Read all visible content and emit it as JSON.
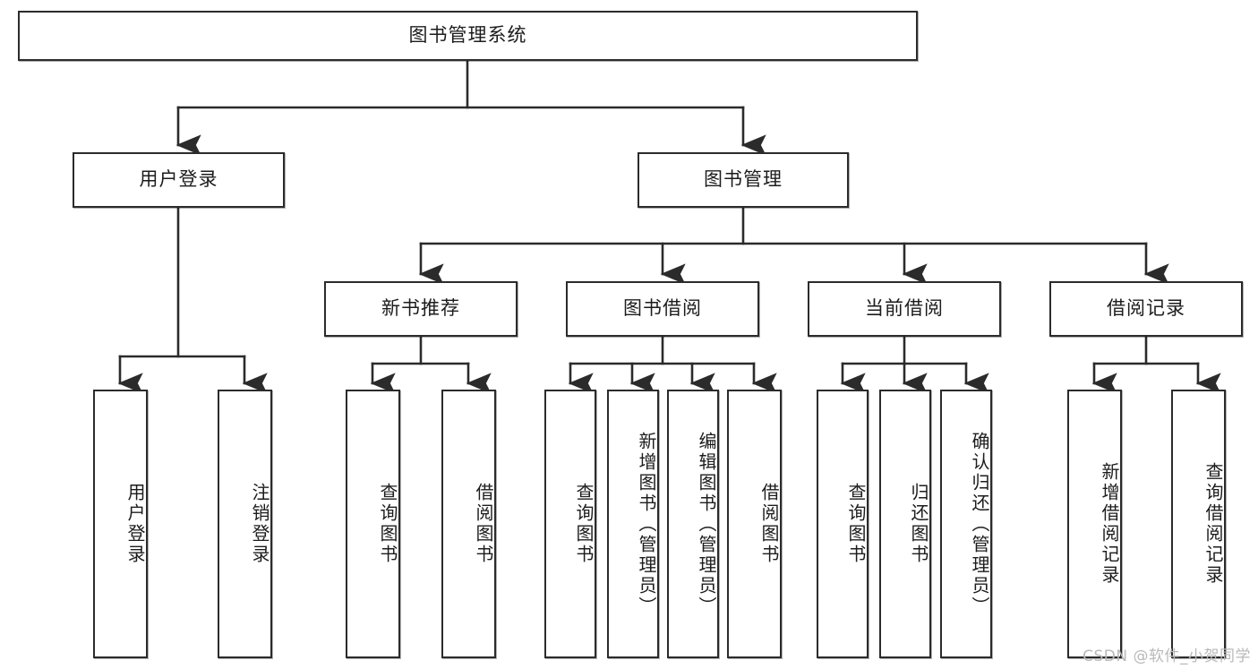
{
  "diagram": {
    "type": "tree",
    "title": "图书管理系统",
    "orientation": "top-down",
    "line_color": "#2b2b2b",
    "box_fill": "#ffffff",
    "box_border": "#2b2b2b",
    "text_color": "#1c1c1c"
  },
  "nodes": {
    "root": {
      "label": "图书管理系统",
      "level": 1
    },
    "l2": [
      {
        "id": "user-login",
        "label": "用户登录",
        "level": 2
      },
      {
        "id": "book-manage",
        "label": "图书管理",
        "level": 2
      }
    ],
    "l3": [
      {
        "id": "new-book-rec",
        "label": "新书推荐",
        "level": 3,
        "parent": "book-manage"
      },
      {
        "id": "book-borrow",
        "label": "图书借阅",
        "level": 3,
        "parent": "book-manage"
      },
      {
        "id": "current-borrow",
        "label": "当前借阅",
        "level": 3,
        "parent": "book-manage"
      },
      {
        "id": "borrow-record",
        "label": "借阅记录",
        "level": 3,
        "parent": "book-manage"
      }
    ],
    "leaves": [
      {
        "id": "leaf-user-login",
        "label": "用户登录",
        "parent": "user-login"
      },
      {
        "id": "leaf-user-logout",
        "label": "注销登录",
        "parent": "user-login"
      },
      {
        "id": "leaf-query-book-rec",
        "label": "查询图书",
        "parent": "new-book-rec"
      },
      {
        "id": "leaf-borrow-book-rec",
        "label": "借阅图书",
        "parent": "new-book-rec"
      },
      {
        "id": "leaf-query-book-borrow",
        "label": "查询图书",
        "parent": "book-borrow"
      },
      {
        "id": "leaf-add-book",
        "label": "新增图书（管理员）",
        "parent": "book-borrow"
      },
      {
        "id": "leaf-edit-book",
        "label": "编辑图书（管理员）",
        "parent": "book-borrow"
      },
      {
        "id": "leaf-borrow-book",
        "label": "借阅图书",
        "parent": "book-borrow"
      },
      {
        "id": "leaf-query-book-current",
        "label": "查询图书",
        "parent": "current-borrow"
      },
      {
        "id": "leaf-return-book",
        "label": "归还图书",
        "parent": "current-borrow"
      },
      {
        "id": "leaf-confirm-return",
        "label": "确认归还（管理员）",
        "parent": "current-borrow"
      },
      {
        "id": "leaf-add-record",
        "label": "新增借阅记录",
        "parent": "borrow-record"
      },
      {
        "id": "leaf-query-record",
        "label": "查询借阅记录",
        "parent": "borrow-record"
      }
    ]
  },
  "watermark": {
    "text": "CSDN @软件_小贺同学",
    "color": "#b9b9b9"
  }
}
